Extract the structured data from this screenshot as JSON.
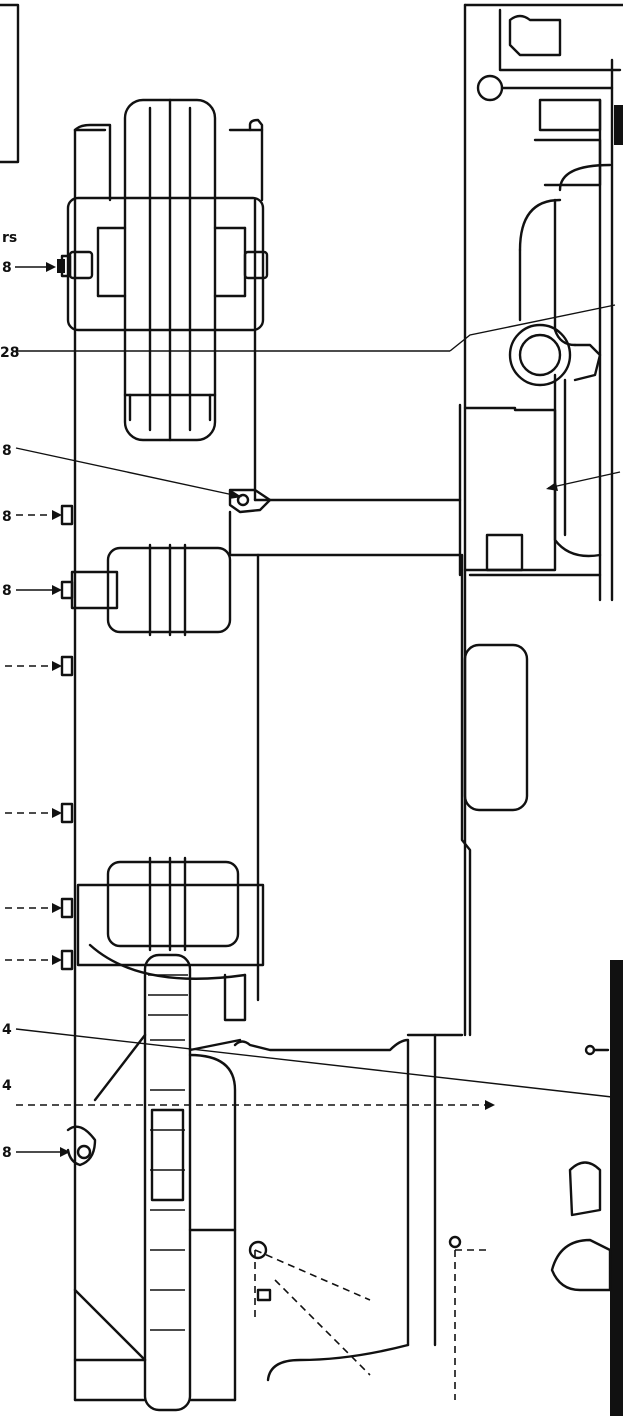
{
  "labels": {
    "top_fragment": "rs",
    "callouts": [
      {
        "id": "c1",
        "text": "8"
      },
      {
        "id": "c2",
        "text": "28"
      },
      {
        "id": "c3",
        "text": "8"
      },
      {
        "id": "c4",
        "text": "8"
      },
      {
        "id": "c5",
        "text": "8"
      },
      {
        "id": "c6",
        "text": "4"
      },
      {
        "id": "c7",
        "text": "4"
      },
      {
        "id": "c8",
        "text": "8"
      }
    ]
  }
}
